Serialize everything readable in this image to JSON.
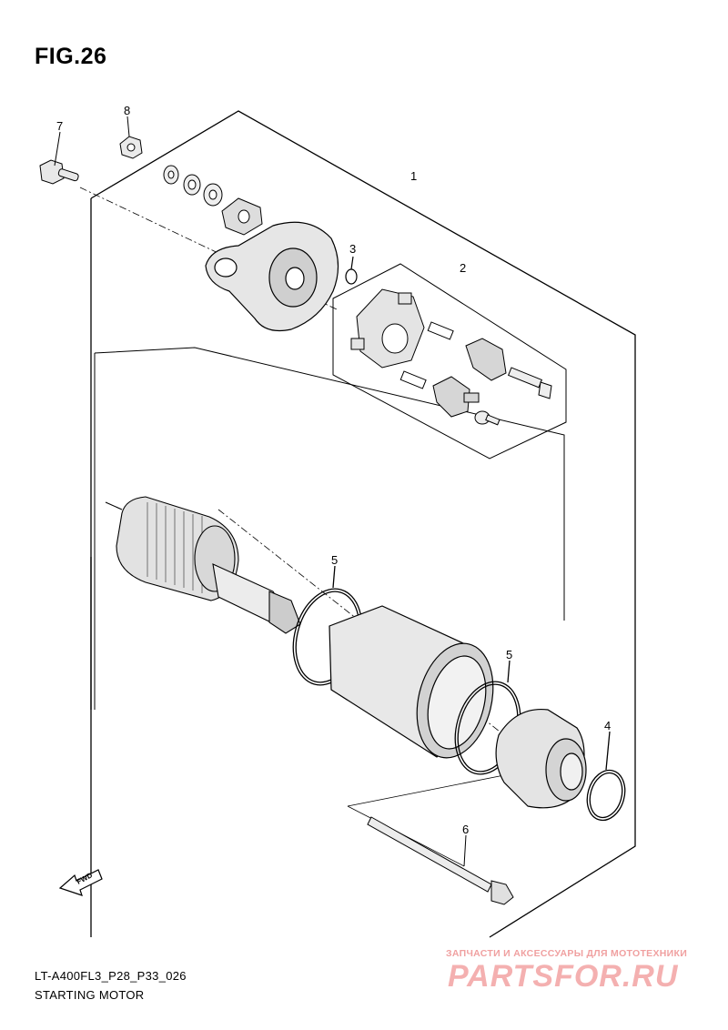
{
  "figure": {
    "title": "FIG.26"
  },
  "footer": {
    "code": "LT-A400FL3_P28_P33_026",
    "caption": "STARTING MOTOR"
  },
  "callouts": [
    "1",
    "2",
    "3",
    "4",
    "5",
    "5",
    "6",
    "7",
    "8"
  ],
  "direction_marker": {
    "label": "FWD",
    "icon": "fwd-arrow-icon"
  },
  "watermark": {
    "text": "ЗАПЧАСТИ И АКСЕССУАРЫ ДЛЯ МОТОТЕХНИКИ",
    "logo": "PARTSFOR.RU",
    "color": "#f0a0a0"
  }
}
